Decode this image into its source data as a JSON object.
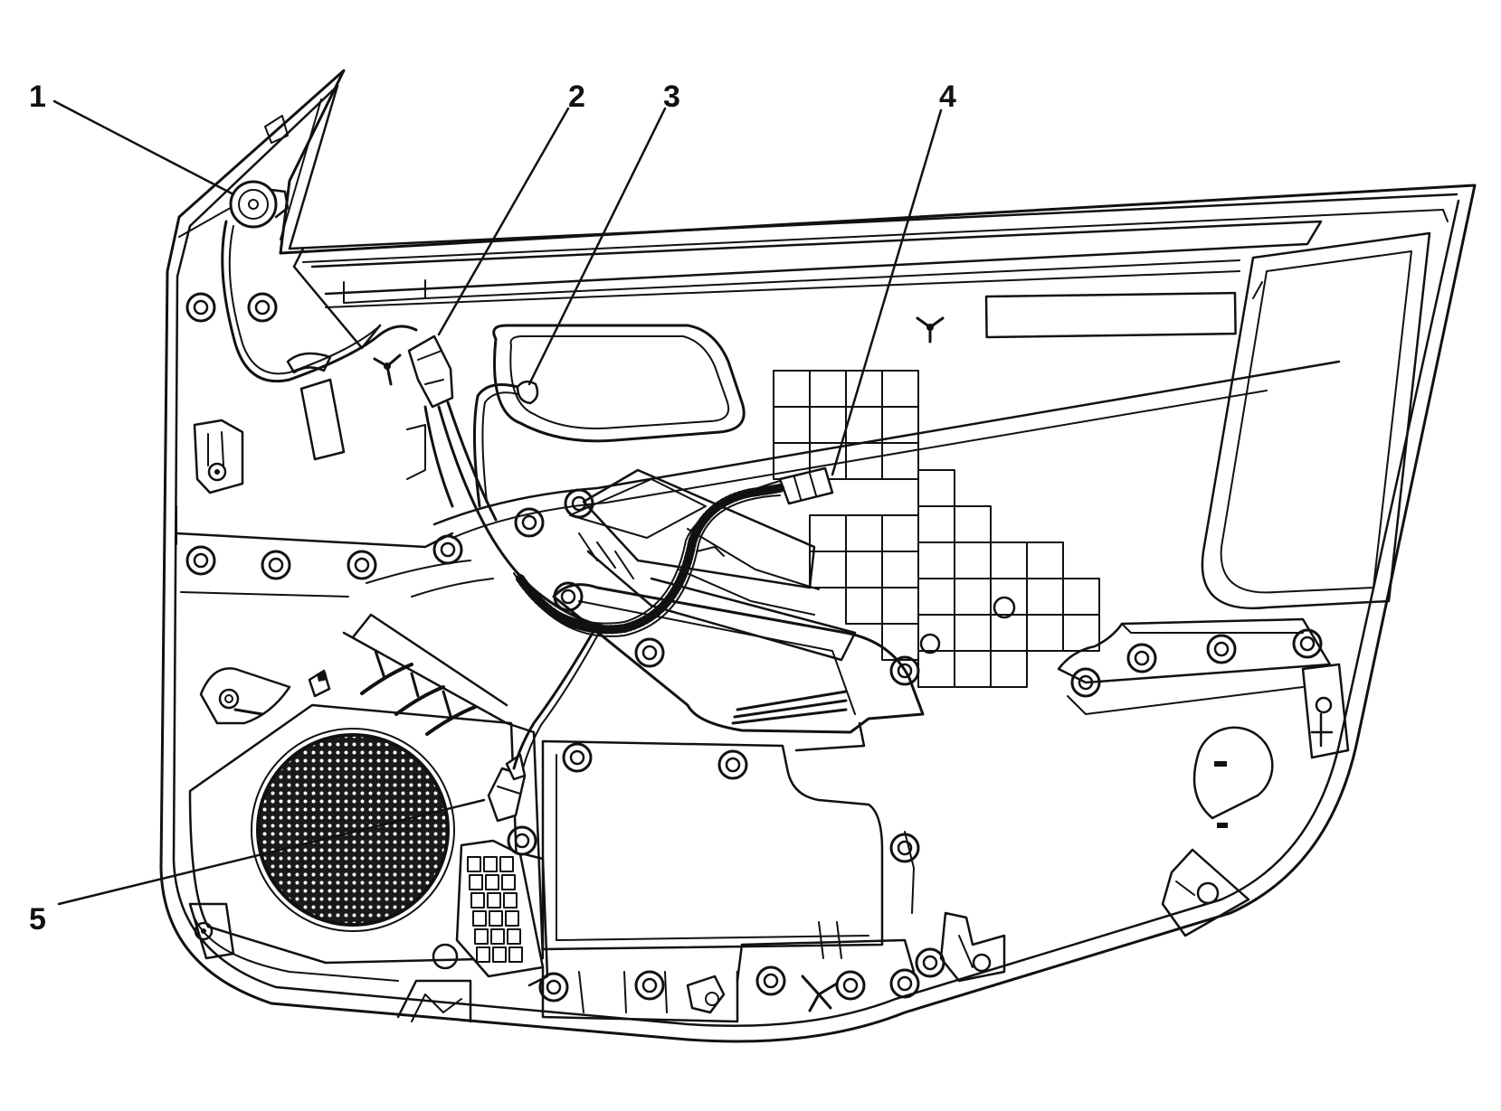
{
  "callouts": [
    {
      "number": "1"
    },
    {
      "number": "2"
    },
    {
      "number": "3"
    },
    {
      "number": "4"
    },
    {
      "number": "5"
    }
  ],
  "colors": {
    "ink": "#111111",
    "background": "#ffffff"
  }
}
